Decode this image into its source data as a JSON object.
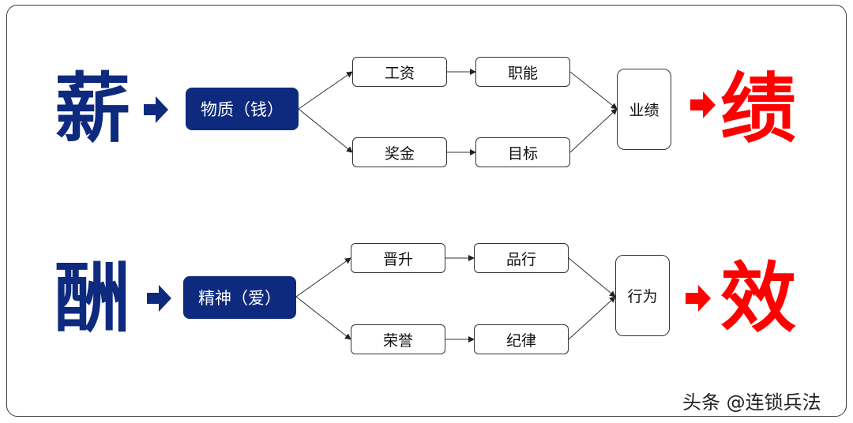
{
  "colors": {
    "blue": "#0d2a7f",
    "red": "#ff0000",
    "line": "#333333"
  },
  "top": {
    "left_char": "薪",
    "source": "物质（钱）",
    "upper_a": "工资",
    "upper_b": "职能",
    "lower_a": "奖金",
    "lower_b": "目标",
    "outcome": "业绩",
    "right_char": "绩"
  },
  "bottom": {
    "left_char": "酬",
    "source": "精神（爱）",
    "upper_a": "晋升",
    "upper_b": "品行",
    "lower_a": "荣誉",
    "lower_b": "纪律",
    "outcome": "行为",
    "right_char": "效"
  },
  "watermark": "头条 @连锁兵法"
}
